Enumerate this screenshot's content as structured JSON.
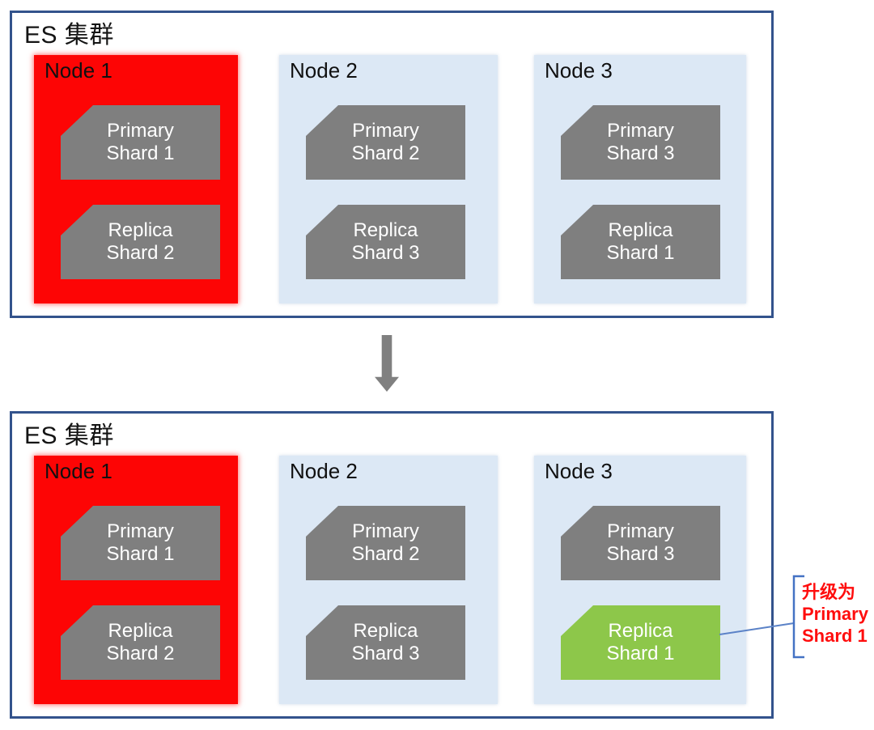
{
  "colors": {
    "cluster_border": "#33538C",
    "node_failed_fill": "#FD0505",
    "node_fill": "#DCE8F5",
    "shard_fill": "#7F7F7F",
    "shard_promoted_fill": "#8DC74A",
    "shard_text": "#FFFFFF",
    "node_label_text": "#101010",
    "annotation_text": "#FF0D0D",
    "connector_line": "#5B82C7",
    "bracket": "#4472C4",
    "flow_arrow": "#808080"
  },
  "before": {
    "title": "ES 集群",
    "nodes": [
      {
        "label": "Node 1",
        "state": "failed",
        "shards": [
          {
            "role": "Primary",
            "name": "Shard 1",
            "state": "normal"
          },
          {
            "role": "Replica",
            "name": "Shard 2",
            "state": "normal"
          }
        ]
      },
      {
        "label": "Node 2",
        "state": "normal",
        "shards": [
          {
            "role": "Primary",
            "name": "Shard 2",
            "state": "normal"
          },
          {
            "role": "Replica",
            "name": "Shard 3",
            "state": "normal"
          }
        ]
      },
      {
        "label": "Node 3",
        "state": "normal",
        "shards": [
          {
            "role": "Primary",
            "name": "Shard 3",
            "state": "normal"
          },
          {
            "role": "Replica",
            "name": "Shard 1",
            "state": "normal"
          }
        ]
      }
    ]
  },
  "after": {
    "title": "ES 集群",
    "nodes": [
      {
        "label": "Node 1",
        "state": "failed",
        "shards": [
          {
            "role": "Primary",
            "name": "Shard 1",
            "state": "normal"
          },
          {
            "role": "Replica",
            "name": "Shard 2",
            "state": "normal"
          }
        ]
      },
      {
        "label": "Node 2",
        "state": "normal",
        "shards": [
          {
            "role": "Primary",
            "name": "Shard 2",
            "state": "normal"
          },
          {
            "role": "Replica",
            "name": "Shard 3",
            "state": "normal"
          }
        ]
      },
      {
        "label": "Node 3",
        "state": "normal",
        "shards": [
          {
            "role": "Primary",
            "name": "Shard 3",
            "state": "normal"
          },
          {
            "role": "Replica",
            "name": "Shard 1",
            "state": "promoted"
          }
        ]
      }
    ]
  },
  "annotation": {
    "line1": "升级为",
    "line2": "Primary",
    "line3": "Shard 1"
  }
}
